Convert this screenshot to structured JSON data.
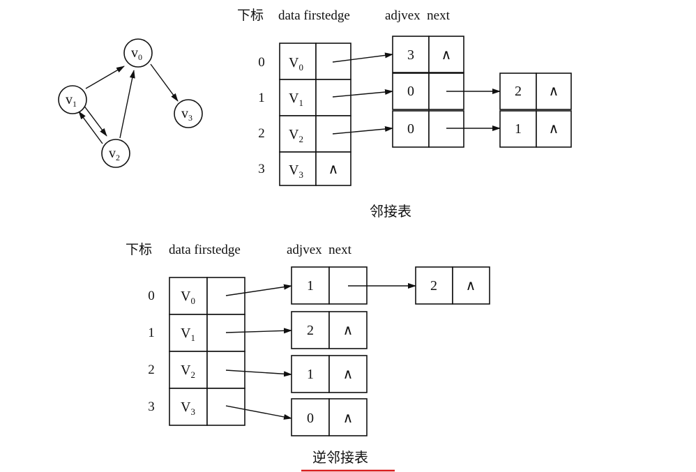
{
  "graph": {
    "vertices": [
      {
        "id": "v0",
        "base": "v",
        "sub": "0"
      },
      {
        "id": "v1",
        "base": "v",
        "sub": "1"
      },
      {
        "id": "v2",
        "base": "v",
        "sub": "2"
      },
      {
        "id": "v3",
        "base": "v",
        "sub": "3"
      }
    ],
    "edges": [
      {
        "from": "v1",
        "to": "v0"
      },
      {
        "from": "v2",
        "to": "v0"
      },
      {
        "from": "v0",
        "to": "v3"
      },
      {
        "from": "v1",
        "to": "v2"
      },
      {
        "from": "v2",
        "to": "v1"
      }
    ]
  },
  "adjacency_list": {
    "headers": {
      "index": "下标",
      "data_firstedge": "data firstedge",
      "adjvex_next": "adjvex  next"
    },
    "caption": "邻接表",
    "rows": [
      {
        "index": "0",
        "base": "V",
        "sub": "0",
        "edges": [
          "3"
        ]
      },
      {
        "index": "1",
        "base": "V",
        "sub": "1",
        "edges": [
          "0",
          "2"
        ]
      },
      {
        "index": "2",
        "base": "V",
        "sub": "2",
        "edges": [
          "0",
          "1"
        ]
      },
      {
        "index": "3",
        "base": "V",
        "sub": "3",
        "edges": []
      }
    ]
  },
  "inverse_adjacency_list": {
    "headers": {
      "index": "下标",
      "data_firstedge": "data firstedge",
      "adjvex_next": "adjvex  next"
    },
    "caption": "逆邻接表",
    "rows": [
      {
        "index": "0",
        "base": "V",
        "sub": "0",
        "edges": [
          "1",
          "2"
        ]
      },
      {
        "index": "1",
        "base": "V",
        "sub": "1",
        "edges": [
          "2"
        ]
      },
      {
        "index": "2",
        "base": "V",
        "sub": "2",
        "edges": [
          "1"
        ]
      },
      {
        "index": "3",
        "base": "V",
        "sub": "3",
        "edges": [
          "0"
        ]
      }
    ]
  },
  "null_symbol": "∧",
  "colors": {
    "ink": "#111111",
    "caption_underline": "#d81e1e",
    "background": "#ffffff"
  }
}
